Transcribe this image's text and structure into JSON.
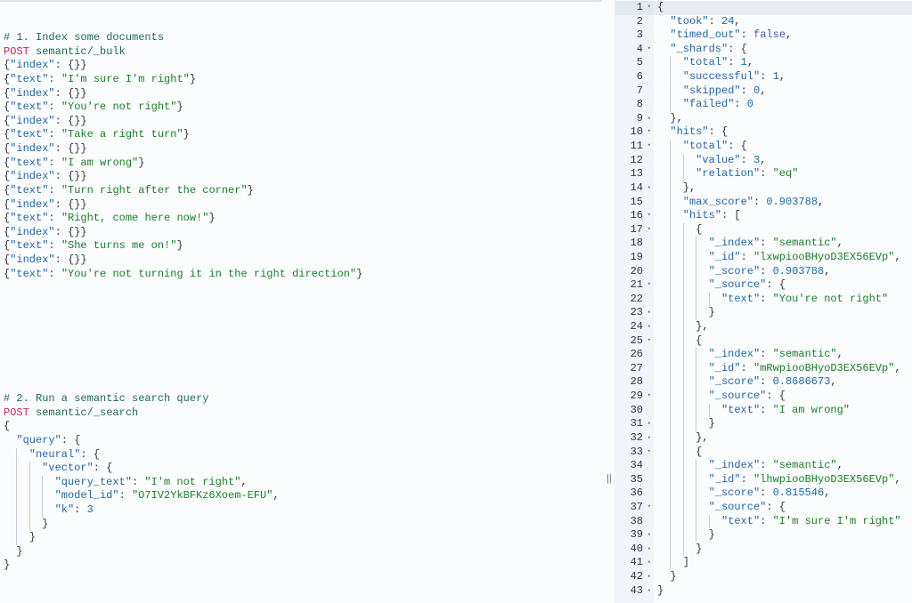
{
  "request_editor": {
    "lines": [
      {
        "i": 0,
        "t": []
      },
      {
        "i": 0,
        "t": []
      },
      {
        "i": 0,
        "t": [
          [
            "comment",
            "# 1. Index some documents"
          ]
        ]
      },
      {
        "i": 0,
        "t": [
          [
            "method",
            "POST"
          ],
          [
            "url",
            " semantic/_bulk"
          ]
        ]
      },
      {
        "i": 0,
        "t": [
          [
            "punc",
            "{"
          ],
          [
            "key",
            "\"index\""
          ],
          [
            "punc",
            ": {}}"
          ]
        ]
      },
      {
        "i": 0,
        "t": [
          [
            "punc",
            "{"
          ],
          [
            "key",
            "\"text\""
          ],
          [
            "punc",
            ": "
          ],
          [
            "str",
            "\"I'm sure I'm right\""
          ],
          [
            "punc",
            "}"
          ]
        ]
      },
      {
        "i": 0,
        "t": [
          [
            "punc",
            "{"
          ],
          [
            "key",
            "\"index\""
          ],
          [
            "punc",
            ": {}}"
          ]
        ]
      },
      {
        "i": 0,
        "t": [
          [
            "punc",
            "{"
          ],
          [
            "key",
            "\"text\""
          ],
          [
            "punc",
            ": "
          ],
          [
            "str",
            "\"You're not right\""
          ],
          [
            "punc",
            "}"
          ]
        ]
      },
      {
        "i": 0,
        "t": [
          [
            "punc",
            "{"
          ],
          [
            "key",
            "\"index\""
          ],
          [
            "punc",
            ": {}}"
          ]
        ]
      },
      {
        "i": 0,
        "t": [
          [
            "punc",
            "{"
          ],
          [
            "key",
            "\"text\""
          ],
          [
            "punc",
            ": "
          ],
          [
            "str",
            "\"Take a right turn\""
          ],
          [
            "punc",
            "}"
          ]
        ]
      },
      {
        "i": 0,
        "t": [
          [
            "punc",
            "{"
          ],
          [
            "key",
            "\"index\""
          ],
          [
            "punc",
            ": {}}"
          ]
        ]
      },
      {
        "i": 0,
        "t": [
          [
            "punc",
            "{"
          ],
          [
            "key",
            "\"text\""
          ],
          [
            "punc",
            ": "
          ],
          [
            "str",
            "\"I am wrong\""
          ],
          [
            "punc",
            "}"
          ]
        ]
      },
      {
        "i": 0,
        "t": [
          [
            "punc",
            "{"
          ],
          [
            "key",
            "\"index\""
          ],
          [
            "punc",
            ": {}}"
          ]
        ]
      },
      {
        "i": 0,
        "t": [
          [
            "punc",
            "{"
          ],
          [
            "key",
            "\"text\""
          ],
          [
            "punc",
            ": "
          ],
          [
            "str",
            "\"Turn right after the corner\""
          ],
          [
            "punc",
            "}"
          ]
        ]
      },
      {
        "i": 0,
        "t": [
          [
            "punc",
            "{"
          ],
          [
            "key",
            "\"index\""
          ],
          [
            "punc",
            ": {}}"
          ]
        ]
      },
      {
        "i": 0,
        "t": [
          [
            "punc",
            "{"
          ],
          [
            "key",
            "\"text\""
          ],
          [
            "punc",
            ": "
          ],
          [
            "str",
            "\"Right, come here now!\""
          ],
          [
            "punc",
            "}"
          ]
        ]
      },
      {
        "i": 0,
        "t": [
          [
            "punc",
            "{"
          ],
          [
            "key",
            "\"index\""
          ],
          [
            "punc",
            ": {}}"
          ]
        ]
      },
      {
        "i": 0,
        "t": [
          [
            "punc",
            "{"
          ],
          [
            "key",
            "\"text\""
          ],
          [
            "punc",
            ": "
          ],
          [
            "str",
            "\"She turns me on!\""
          ],
          [
            "punc",
            "}"
          ]
        ]
      },
      {
        "i": 0,
        "t": [
          [
            "punc",
            "{"
          ],
          [
            "key",
            "\"index\""
          ],
          [
            "punc",
            ": {}}"
          ]
        ]
      },
      {
        "i": 0,
        "t": [
          [
            "punc",
            "{"
          ],
          [
            "key",
            "\"text\""
          ],
          [
            "punc",
            ": "
          ],
          [
            "str",
            "\"You're not turning it in the right direction\""
          ],
          [
            "punc",
            "}"
          ]
        ]
      },
      {
        "i": 0,
        "t": []
      },
      {
        "i": 0,
        "t": []
      },
      {
        "i": 0,
        "t": []
      },
      {
        "i": 0,
        "t": []
      },
      {
        "i": 0,
        "t": []
      },
      {
        "i": 0,
        "t": []
      },
      {
        "i": 0,
        "t": []
      },
      {
        "i": 0,
        "t": []
      },
      {
        "i": 0,
        "t": [
          [
            "comment",
            "# 2. Run a semantic search query"
          ]
        ]
      },
      {
        "i": 0,
        "t": [
          [
            "method",
            "POST"
          ],
          [
            "url",
            " semantic/_search"
          ]
        ]
      },
      {
        "i": 0,
        "t": [
          [
            "punc",
            "{"
          ]
        ]
      },
      {
        "i": 1,
        "t": [
          [
            "key",
            "\"query\""
          ],
          [
            "punc",
            ": {"
          ]
        ]
      },
      {
        "i": 2,
        "t": [
          [
            "key",
            "\"neural\""
          ],
          [
            "punc",
            ": {"
          ]
        ]
      },
      {
        "i": 3,
        "t": [
          [
            "key",
            "\"vector\""
          ],
          [
            "punc",
            ": {"
          ]
        ]
      },
      {
        "i": 4,
        "t": [
          [
            "key",
            "\"query_text\""
          ],
          [
            "punc",
            ": "
          ],
          [
            "str",
            "\"I'm not right\""
          ],
          [
            "punc",
            ","
          ]
        ]
      },
      {
        "i": 4,
        "t": [
          [
            "key",
            "\"model_id\""
          ],
          [
            "punc",
            ": "
          ],
          [
            "str",
            "\"O7IV2YkBFKz6Xoem-EFU\""
          ],
          [
            "punc",
            ","
          ]
        ]
      },
      {
        "i": 4,
        "t": [
          [
            "key",
            "\"k\""
          ],
          [
            "punc",
            ": "
          ],
          [
            "num",
            "3"
          ]
        ]
      },
      {
        "i": 3,
        "t": [
          [
            "punc",
            "}"
          ]
        ]
      },
      {
        "i": 2,
        "t": [
          [
            "punc",
            "}"
          ]
        ]
      },
      {
        "i": 1,
        "t": [
          [
            "punc",
            "}"
          ]
        ]
      },
      {
        "i": 0,
        "t": [
          [
            "punc",
            "}"
          ]
        ]
      }
    ]
  },
  "response_viewer": {
    "lines": [
      {
        "n": "1",
        "f": "open",
        "i": 0,
        "t": [
          [
            "punc",
            "{"
          ]
        ]
      },
      {
        "n": "2",
        "i": 1,
        "t": [
          [
            "key",
            "\"took\""
          ],
          [
            "punc",
            ": "
          ],
          [
            "num",
            "24"
          ],
          [
            "punc",
            ","
          ]
        ]
      },
      {
        "n": "3",
        "i": 1,
        "t": [
          [
            "key",
            "\"timed_out\""
          ],
          [
            "punc",
            ": "
          ],
          [
            "bool",
            "false"
          ],
          [
            "punc",
            ","
          ]
        ]
      },
      {
        "n": "4",
        "f": "open",
        "i": 1,
        "t": [
          [
            "key",
            "\"_shards\""
          ],
          [
            "punc",
            ": {"
          ]
        ]
      },
      {
        "n": "5",
        "i": 2,
        "t": [
          [
            "key",
            "\"total\""
          ],
          [
            "punc",
            ": "
          ],
          [
            "num",
            "1"
          ],
          [
            "punc",
            ","
          ]
        ]
      },
      {
        "n": "6",
        "i": 2,
        "t": [
          [
            "key",
            "\"successful\""
          ],
          [
            "punc",
            ": "
          ],
          [
            "num",
            "1"
          ],
          [
            "punc",
            ","
          ]
        ]
      },
      {
        "n": "7",
        "i": 2,
        "t": [
          [
            "key",
            "\"skipped\""
          ],
          [
            "punc",
            ": "
          ],
          [
            "num",
            "0"
          ],
          [
            "punc",
            ","
          ]
        ]
      },
      {
        "n": "8",
        "i": 2,
        "t": [
          [
            "key",
            "\"failed\""
          ],
          [
            "punc",
            ": "
          ],
          [
            "num",
            "0"
          ]
        ]
      },
      {
        "n": "9",
        "f": "close",
        "i": 1,
        "t": [
          [
            "punc",
            "},"
          ]
        ]
      },
      {
        "n": "10",
        "f": "open",
        "i": 1,
        "t": [
          [
            "key",
            "\"hits\""
          ],
          [
            "punc",
            ": {"
          ]
        ]
      },
      {
        "n": "11",
        "f": "open",
        "i": 2,
        "t": [
          [
            "key",
            "\"total\""
          ],
          [
            "punc",
            ": {"
          ]
        ]
      },
      {
        "n": "12",
        "i": 3,
        "t": [
          [
            "key",
            "\"value\""
          ],
          [
            "punc",
            ": "
          ],
          [
            "num",
            "3"
          ],
          [
            "punc",
            ","
          ]
        ]
      },
      {
        "n": "13",
        "i": 3,
        "t": [
          [
            "key",
            "\"relation\""
          ],
          [
            "punc",
            ": "
          ],
          [
            "str",
            "\"eq\""
          ]
        ]
      },
      {
        "n": "14",
        "f": "close",
        "i": 2,
        "t": [
          [
            "punc",
            "},"
          ]
        ]
      },
      {
        "n": "15",
        "i": 2,
        "t": [
          [
            "key",
            "\"max_score\""
          ],
          [
            "punc",
            ": "
          ],
          [
            "num",
            "0.903788"
          ],
          [
            "punc",
            ","
          ]
        ]
      },
      {
        "n": "16",
        "f": "open",
        "i": 2,
        "t": [
          [
            "key",
            "\"hits\""
          ],
          [
            "punc",
            ": ["
          ]
        ]
      },
      {
        "n": "17",
        "f": "open",
        "i": 3,
        "t": [
          [
            "punc",
            "{"
          ]
        ]
      },
      {
        "n": "18",
        "i": 4,
        "t": [
          [
            "key",
            "\"_index\""
          ],
          [
            "punc",
            ": "
          ],
          [
            "str",
            "\"semantic\""
          ],
          [
            "punc",
            ","
          ]
        ]
      },
      {
        "n": "19",
        "i": 4,
        "t": [
          [
            "key",
            "\"_id\""
          ],
          [
            "punc",
            ": "
          ],
          [
            "str",
            "\"lxwpiooBHyoD3EX56EVp\""
          ],
          [
            "punc",
            ","
          ]
        ]
      },
      {
        "n": "20",
        "i": 4,
        "t": [
          [
            "key",
            "\"_score\""
          ],
          [
            "punc",
            ": "
          ],
          [
            "num",
            "0.903788"
          ],
          [
            "punc",
            ","
          ]
        ]
      },
      {
        "n": "21",
        "f": "open",
        "i": 4,
        "t": [
          [
            "key",
            "\"_source\""
          ],
          [
            "punc",
            ": {"
          ]
        ]
      },
      {
        "n": "22",
        "i": 5,
        "t": [
          [
            "key",
            "\"text\""
          ],
          [
            "punc",
            ": "
          ],
          [
            "str",
            "\"You're not right\""
          ]
        ]
      },
      {
        "n": "23",
        "f": "close",
        "i": 4,
        "t": [
          [
            "punc",
            "}"
          ]
        ]
      },
      {
        "n": "24",
        "f": "close",
        "i": 3,
        "t": [
          [
            "punc",
            "},"
          ]
        ]
      },
      {
        "n": "25",
        "f": "open",
        "i": 3,
        "t": [
          [
            "punc",
            "{"
          ]
        ]
      },
      {
        "n": "26",
        "i": 4,
        "t": [
          [
            "key",
            "\"_index\""
          ],
          [
            "punc",
            ": "
          ],
          [
            "str",
            "\"semantic\""
          ],
          [
            "punc",
            ","
          ]
        ]
      },
      {
        "n": "27",
        "i": 4,
        "t": [
          [
            "key",
            "\"_id\""
          ],
          [
            "punc",
            ": "
          ],
          [
            "str",
            "\"mRwpiooBHyoD3EX56EVp\""
          ],
          [
            "punc",
            ","
          ]
        ]
      },
      {
        "n": "28",
        "i": 4,
        "t": [
          [
            "key",
            "\"_score\""
          ],
          [
            "punc",
            ": "
          ],
          [
            "num",
            "0.8686673"
          ],
          [
            "punc",
            ","
          ]
        ]
      },
      {
        "n": "29",
        "f": "open",
        "i": 4,
        "t": [
          [
            "key",
            "\"_source\""
          ],
          [
            "punc",
            ": {"
          ]
        ]
      },
      {
        "n": "30",
        "i": 5,
        "t": [
          [
            "key",
            "\"text\""
          ],
          [
            "punc",
            ": "
          ],
          [
            "str",
            "\"I am wrong\""
          ]
        ]
      },
      {
        "n": "31",
        "f": "close",
        "i": 4,
        "t": [
          [
            "punc",
            "}"
          ]
        ]
      },
      {
        "n": "32",
        "f": "close",
        "i": 3,
        "t": [
          [
            "punc",
            "},"
          ]
        ]
      },
      {
        "n": "33",
        "f": "open",
        "i": 3,
        "t": [
          [
            "punc",
            "{"
          ]
        ]
      },
      {
        "n": "34",
        "i": 4,
        "t": [
          [
            "key",
            "\"_index\""
          ],
          [
            "punc",
            ": "
          ],
          [
            "str",
            "\"semantic\""
          ],
          [
            "punc",
            ","
          ]
        ]
      },
      {
        "n": "35",
        "i": 4,
        "t": [
          [
            "key",
            "\"_id\""
          ],
          [
            "punc",
            ": "
          ],
          [
            "str",
            "\"lhwpiooBHyoD3EX56EVp\""
          ],
          [
            "punc",
            ","
          ]
        ]
      },
      {
        "n": "36",
        "i": 4,
        "t": [
          [
            "key",
            "\"_score\""
          ],
          [
            "punc",
            ": "
          ],
          [
            "num",
            "0.815546"
          ],
          [
            "punc",
            ","
          ]
        ]
      },
      {
        "n": "37",
        "f": "open",
        "i": 4,
        "t": [
          [
            "key",
            "\"_source\""
          ],
          [
            "punc",
            ": {"
          ]
        ]
      },
      {
        "n": "38",
        "i": 5,
        "t": [
          [
            "key",
            "\"text\""
          ],
          [
            "punc",
            ": "
          ],
          [
            "str",
            "\"I'm sure I'm right\""
          ]
        ]
      },
      {
        "n": "39",
        "f": "close",
        "i": 4,
        "t": [
          [
            "punc",
            "}"
          ]
        ]
      },
      {
        "n": "40",
        "f": "close",
        "i": 3,
        "t": [
          [
            "punc",
            "}"
          ]
        ]
      },
      {
        "n": "41",
        "f": "close",
        "i": 2,
        "t": [
          [
            "punc",
            "]"
          ]
        ]
      },
      {
        "n": "42",
        "f": "close",
        "i": 1,
        "t": [
          [
            "punc",
            "}"
          ]
        ]
      },
      {
        "n": "43",
        "f": "close",
        "i": 0,
        "t": [
          [
            "punc",
            "}"
          ]
        ]
      }
    ]
  },
  "icons": {
    "fold_open": "▾",
    "fold_close": "▴",
    "resize_grip": "||"
  },
  "colors": {
    "method": "#c7265c",
    "key": "#2466a8",
    "string": "#1a7f27",
    "number": "#1d6aa0",
    "comment": "#1e6a55",
    "gutter": "#f1f4f9"
  }
}
